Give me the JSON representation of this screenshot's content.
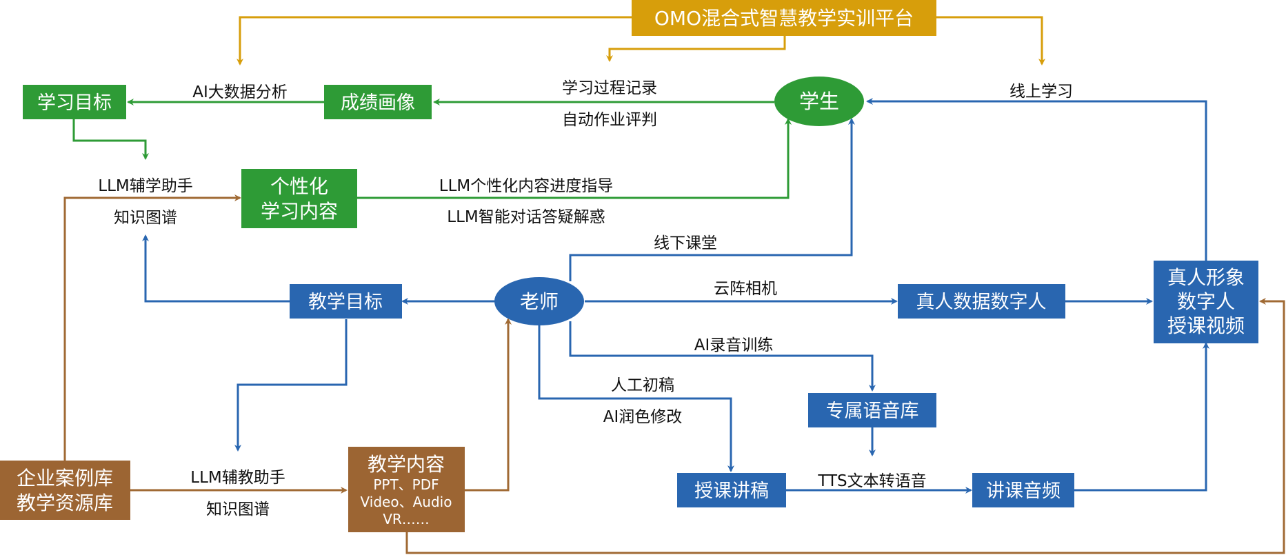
{
  "nodes": {
    "platform": "OMO混合式智慧教学实训平台",
    "learning_goal": "学习目标",
    "grade_portrait": "成绩画像",
    "student": "学生",
    "personal_content_1": "个性化",
    "personal_content_2": "学习内容",
    "teaching_goal": "教学目标",
    "teacher": "老师",
    "real_data_human": "真人数据数字人",
    "video_1": "真人形象",
    "video_2": "数字人",
    "video_3": "授课视频",
    "voice_library": "专属语音库",
    "lecture_script": "授课讲稿",
    "lecture_audio": "讲课音频",
    "case_library_1": "企业案例库",
    "case_library_2": "教学资源库",
    "teaching_content_title": "教学内容",
    "teaching_content_l1": "PPT、PDF",
    "teaching_content_l2": "Video、Audio",
    "teaching_content_l3": "VR……"
  },
  "labels": {
    "ai_big_data": "AI大数据分析",
    "learning_record": "学习过程记录",
    "auto_grading": "自动作业评判",
    "online_learning": "线上学习",
    "llm_learning_assistant": "LLM辅学助手",
    "knowledge_graph_1": "知识图谱",
    "llm_progress_guide": "LLM个性化内容进度指导",
    "llm_dialog": "LLM智能对话答疑解惑",
    "offline_class": "线下课堂",
    "cloud_camera": "云阵相机",
    "ai_voice_training": "AI录音训练",
    "manual_draft": "人工初稿",
    "ai_polish": "AI润色修改",
    "tts": "TTS文本转语音",
    "llm_teaching_assistant": "LLM辅教助手",
    "knowledge_graph_2": "知识图谱"
  },
  "colors": {
    "gold": "#d79e0b",
    "green": "#2e9b36",
    "blue": "#2966b0",
    "brown": "#9c6533"
  }
}
